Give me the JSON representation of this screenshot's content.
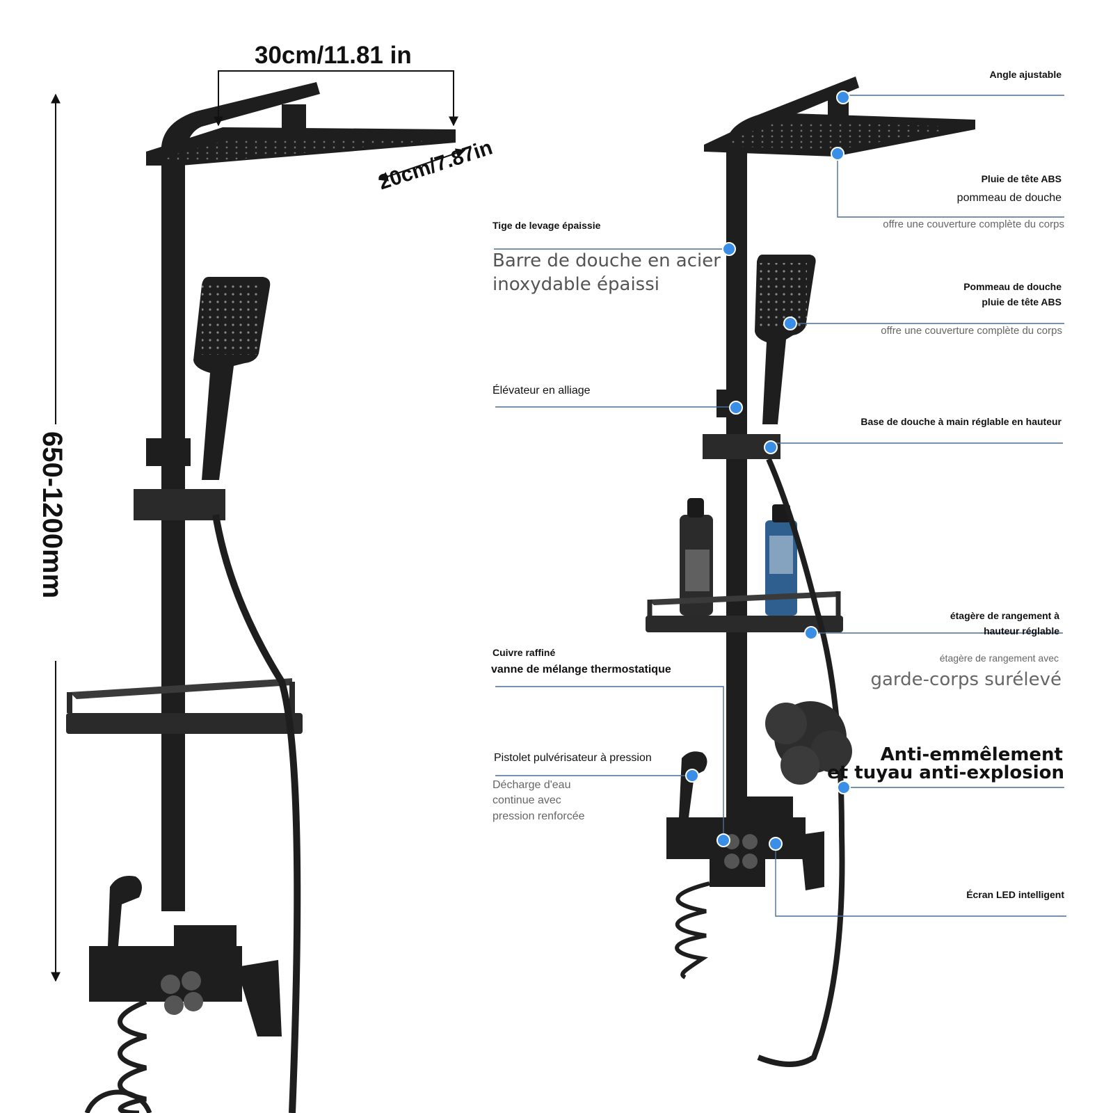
{
  "dimensions": {
    "width_label": "30cm/11.81 in",
    "depth_label": "20cm/7.87in",
    "height_label": "650-1200mm"
  },
  "callouts": {
    "angle": "Angle ajustable",
    "rain_head_1": "Pluie de tête ABS",
    "rain_head_2": "pommeau de douche",
    "rain_head_desc": "offre une couverture complète du corps",
    "rod_title": "Tige de levage épaissie",
    "rod_desc_1": "Barre de douche en acier",
    "rod_desc_2": "inoxydable épaissi",
    "hand_1": "Pommeau de douche",
    "hand_2": "pluie de tête ABS",
    "hand_desc": "offre une couverture complète du corps",
    "alloy_lift": "Élévateur en alliage",
    "hand_base": "Base de douche à main réglable en hauteur",
    "shelf_1": "étagère de rangement à",
    "shelf_2": "hauteur réglable",
    "shelf_desc_small": "étagère de rangement avec",
    "shelf_desc_big": "garde-corps surélevé",
    "copper_1": "Cuivre raffiné",
    "copper_2": "vanne de mélange thermostatique",
    "hose_1": "Anti-emmêlement",
    "hose_2": "et tuyau anti-explosion",
    "spray_title": "Pistolet pulvérisateur à pression",
    "spray_desc_1": "Décharge d'eau",
    "spray_desc_2": "continue avec",
    "spray_desc_3": "pression renforcée",
    "led": "Écran LED intelligent"
  },
  "colors": {
    "product": "#1e1e1e",
    "leader_line": "#4a6f95",
    "dot": "#3a8ee6"
  }
}
